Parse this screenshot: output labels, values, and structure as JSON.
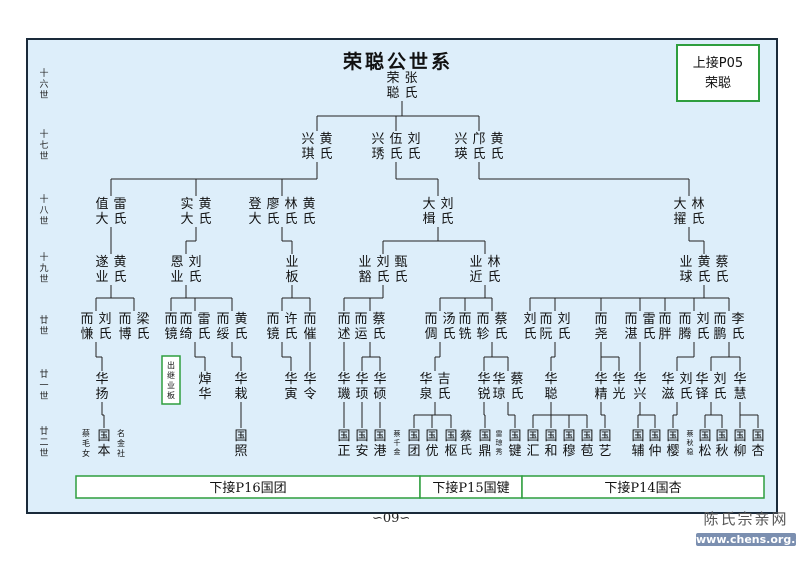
{
  "title": "荣聪公世系",
  "top_ref": {
    "line1": "上接P05",
    "line2": "荣聪"
  },
  "page_number": "∽09∽",
  "watermark": {
    "name": "陈氏宗亲网",
    "url": "www.chens.org.cn"
  },
  "generations": [
    {
      "id": "g16",
      "label": "十六世"
    },
    {
      "id": "g17",
      "label": "十七世"
    },
    {
      "id": "g18",
      "label": "十八世"
    },
    {
      "id": "g19",
      "label": "十九世"
    },
    {
      "id": "g20",
      "label": "廿世"
    },
    {
      "id": "g21",
      "label": "廿一世"
    },
    {
      "id": "g22",
      "label": "廿二世"
    }
  ],
  "persons": [
    {
      "id": "rongcong",
      "gen": "g16",
      "cols": [
        "张氏",
        "荣聪"
      ]
    },
    {
      "id": "xingqi",
      "gen": "g17",
      "cols": [
        "黄氏",
        "兴琪"
      ]
    },
    {
      "id": "xingxiu",
      "gen": "g17",
      "cols": [
        "刘氏",
        "伍氏",
        "兴琇"
      ]
    },
    {
      "id": "xingying",
      "gen": "g17",
      "cols": [
        "黄氏",
        "邝氏",
        "兴瑛"
      ]
    },
    {
      "id": "zhida",
      "gen": "g18",
      "cols": [
        "雷氏",
        "值大"
      ]
    },
    {
      "id": "shida",
      "gen": "g18",
      "cols": [
        "黄氏",
        "实大"
      ]
    },
    {
      "id": "dengda",
      "gen": "g18",
      "cols": [
        "黄氏",
        "林氏",
        "廖氏",
        "登大"
      ]
    },
    {
      "id": "daji",
      "gen": "g18",
      "cols": [
        "刘氏",
        "大楫"
      ]
    },
    {
      "id": "dazhuo",
      "gen": "g18",
      "cols": [
        "林氏",
        "大擢"
      ]
    },
    {
      "id": "suiye",
      "gen": "g19",
      "cols": [
        "黄氏",
        "遂业"
      ]
    },
    {
      "id": "enye",
      "gen": "g19",
      "cols": [
        "刘氏",
        "恩业"
      ]
    },
    {
      "id": "yeban",
      "gen": "g19",
      "cols": [
        "业板"
      ]
    },
    {
      "id": "yehuo",
      "gen": "g19",
      "cols": [
        "甄氏",
        "刘氏",
        "业豁"
      ]
    },
    {
      "id": "yejin",
      "gen": "g19",
      "cols": [
        "林氏",
        "业近"
      ]
    },
    {
      "id": "yeqiu",
      "gen": "g19",
      "cols": [
        "蔡氏",
        "黄氏",
        "业球"
      ]
    },
    {
      "id": "erqian",
      "gen": "g20",
      "cols": [
        "刘氏",
        "而慊"
      ]
    },
    {
      "id": "erbo",
      "gen": "g20",
      "cols": [
        "梁氏",
        "而博"
      ]
    },
    {
      "id": "erjing",
      "gen": "g20",
      "cols": [
        "而镜"
      ]
    },
    {
      "id": "erqi",
      "gen": "g20",
      "cols": [
        "雷氏",
        "而绮"
      ]
    },
    {
      "id": "ersui",
      "gen": "g20",
      "cols": [
        "黄氏",
        "而绥"
      ]
    },
    {
      "id": "erjing2",
      "gen": "g20",
      "cols": [
        "许氏",
        "而镜"
      ]
    },
    {
      "id": "ercui",
      "gen": "g20",
      "cols": [
        "而催"
      ]
    },
    {
      "id": "ershu",
      "gen": "g20",
      "cols": [
        "而述"
      ]
    },
    {
      "id": "eryun",
      "gen": "g20",
      "cols": [
        "蔡氏",
        "而运"
      ]
    },
    {
      "id": "erchuang",
      "gen": "g20",
      "cols": [
        "汤氏",
        "而倜"
      ]
    },
    {
      "id": "erxian",
      "gen": "g20",
      "cols": [
        "而铣"
      ]
    },
    {
      "id": "erzhen",
      "gen": "g20",
      "cols": [
        "蔡氏",
        "而轸"
      ]
    },
    {
      "id": "ersi",
      "gen": "g20",
      "cols": [
        "刘氏"
      ]
    },
    {
      "id": "erruan",
      "gen": "g20",
      "cols": [
        "刘氏",
        "而阮"
      ]
    },
    {
      "id": "eryao",
      "gen": "g20",
      "cols": [
        "而尧"
      ]
    },
    {
      "id": "erzhan",
      "gen": "g20",
      "cols": [
        "雷氏",
        "而湛"
      ]
    },
    {
      "id": "erpan",
      "gen": "g20",
      "cols": [
        "而胖"
      ]
    },
    {
      "id": "erteng",
      "gen": "g20",
      "cols": [
        "刘氏",
        "而腾"
      ]
    },
    {
      "id": "erpeng",
      "gen": "g20",
      "cols": [
        "李氏",
        "而鹏"
      ]
    },
    {
      "id": "huayang",
      "gen": "g21",
      "cols": [
        "华扬"
      ]
    },
    {
      "id": "huahua",
      "gen": "g21",
      "cols": [
        "焯华"
      ]
    },
    {
      "id": "huazai",
      "gen": "g21",
      "cols": [
        "华栽"
      ]
    },
    {
      "id": "huayin",
      "gen": "g21",
      "cols": [
        "华寅"
      ]
    },
    {
      "id": "hualing",
      "gen": "g21",
      "cols": [
        "华令"
      ]
    },
    {
      "id": "huaji",
      "gen": "g21",
      "cols": [
        "华璣"
      ]
    },
    {
      "id": "huaxian",
      "gen": "g21",
      "cols": [
        "华顼"
      ]
    },
    {
      "id": "huashuo",
      "gen": "g21",
      "cols": [
        "华硕"
      ]
    },
    {
      "id": "huaquan",
      "gen": "g21",
      "cols": [
        "吉氏",
        "华泉"
      ]
    },
    {
      "id": "huarui",
      "gen": "g21",
      "cols": [
        "华锐"
      ]
    },
    {
      "id": "huaqiong",
      "gen": "g21",
      "cols": [
        "蔡氏",
        "华琼"
      ]
    },
    {
      "id": "huacong",
      "gen": "g21",
      "cols": [
        "华聪"
      ]
    },
    {
      "id": "huajing",
      "gen": "g21",
      "cols": [
        "华精"
      ]
    },
    {
      "id": "huaguang",
      "gen": "g21",
      "cols": [
        "华光"
      ]
    },
    {
      "id": "huaxing",
      "gen": "g21",
      "cols": [
        "华兴"
      ]
    },
    {
      "id": "huazi",
      "gen": "g21",
      "cols": [
        "刘氏",
        "华滋"
      ]
    },
    {
      "id": "huaze",
      "gen": "g21",
      "cols": [
        "刘氏",
        "华铎"
      ]
    },
    {
      "id": "huahui",
      "gen": "g21",
      "cols": [
        "华慧"
      ]
    },
    {
      "id": "guoben",
      "gen": "g22",
      "cols": [
        "国本"
      ]
    },
    {
      "id": "guozhao",
      "gen": "g22",
      "cols": [
        "国照"
      ]
    },
    {
      "id": "guozheng",
      "gen": "g22",
      "cols": [
        "国正"
      ]
    },
    {
      "id": "guoan",
      "gen": "g22",
      "cols": [
        "国安"
      ]
    },
    {
      "id": "guogang",
      "gen": "g22",
      "cols": [
        "国港"
      ]
    },
    {
      "id": "guotuan",
      "gen": "g22",
      "cols": [
        "国团"
      ]
    },
    {
      "id": "guoyou",
      "gen": "g22",
      "cols": [
        "国优"
      ]
    },
    {
      "id": "guoshu",
      "gen": "g22",
      "cols": [
        "国枢"
      ]
    },
    {
      "id": "guoding",
      "gen": "g22",
      "cols": [
        "国鼎"
      ]
    },
    {
      "id": "guojian",
      "gen": "g22",
      "cols": [
        "国键"
      ]
    },
    {
      "id": "guohui",
      "gen": "g22",
      "cols": [
        "国汇"
      ]
    },
    {
      "id": "guohe",
      "gen": "g22",
      "cols": [
        "国和"
      ]
    },
    {
      "id": "guomu",
      "gen": "g22",
      "cols": [
        "国穆"
      ]
    },
    {
      "id": "guobao",
      "gen": "g22",
      "cols": [
        "国苞"
      ]
    },
    {
      "id": "guoyi",
      "gen": "g22",
      "cols": [
        "国艺"
      ]
    },
    {
      "id": "guofu",
      "gen": "g22",
      "cols": [
        "国辅"
      ]
    },
    {
      "id": "guozhong",
      "gen": "g22",
      "cols": [
        "国仲"
      ]
    },
    {
      "id": "guoying",
      "gen": "g22",
      "cols": [
        "国樱"
      ]
    },
    {
      "id": "guosong",
      "gen": "g22",
      "cols": [
        "国松"
      ]
    },
    {
      "id": "guoqiu",
      "gen": "g22",
      "cols": [
        "国秋"
      ]
    },
    {
      "id": "guoliu",
      "gen": "g22",
      "cols": [
        "国柳"
      ]
    },
    {
      "id": "guoxing",
      "gen": "g22",
      "cols": [
        "国杏"
      ]
    }
  ],
  "notes": [
    {
      "id": "n1",
      "text": "蔡毛女"
    },
    {
      "id": "n2",
      "text": "名金社"
    },
    {
      "id": "n3",
      "text": "蔡千金"
    },
    {
      "id": "n4",
      "text": "蔡氏"
    },
    {
      "id": "n5",
      "text": "雷琼秀"
    },
    {
      "id": "n6",
      "text": "蔡秋稳"
    },
    {
      "id": "n7",
      "text": "出继业板"
    }
  ],
  "bottom_links": [
    {
      "id": "p16",
      "text": "下接P16国团"
    },
    {
      "id": "p15",
      "text": "下接P15国键"
    },
    {
      "id": "p14",
      "text": "下接P14国杏"
    }
  ]
}
